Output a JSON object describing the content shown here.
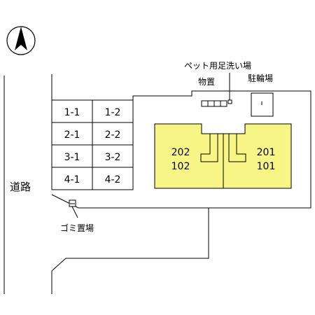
{
  "labels": {
    "road": "道路",
    "pet_wash": "ペット用足洗い場",
    "storage": "物置",
    "bicycle_parking": "駐輪場",
    "garbage": "ゴミ置場"
  },
  "parking_spaces": [
    "1-1",
    "1-2",
    "2-1",
    "2-2",
    "3-1",
    "3-2",
    "4-1",
    "4-2"
  ],
  "units": {
    "left_upper": "202",
    "left_lower": "102",
    "right_upper": "201",
    "right_lower": "101"
  },
  "colors": {
    "building": "#f7f586",
    "line": "#000000"
  },
  "icons": {
    "north": "north-arrow-icon"
  }
}
